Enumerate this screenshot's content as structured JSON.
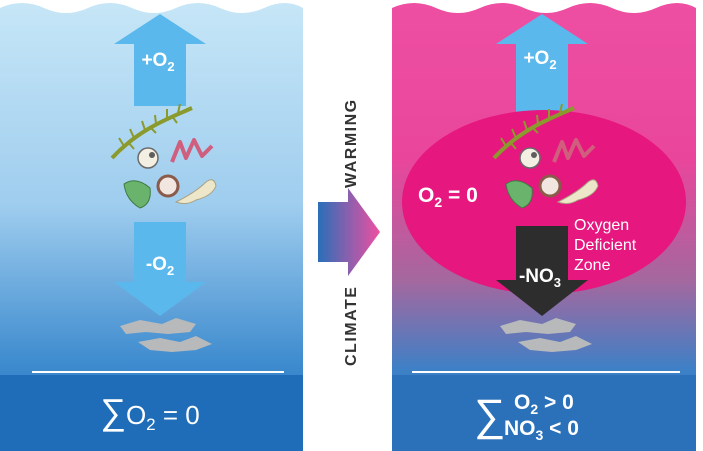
{
  "left_panel": {
    "arrow_up_label": "+O",
    "arrow_up_sub": "2",
    "arrow_down_label": "-O",
    "arrow_down_sub": "2",
    "balance_prefix": "O",
    "balance_sub": "2",
    "balance_suffix": " = 0"
  },
  "transition": {
    "word_top": "WARMING",
    "word_bottom": "CLIMATE"
  },
  "right_panel": {
    "arrow_up_label": "+O",
    "arrow_up_sub": "2",
    "oxygen_zero_prefix": "O",
    "oxygen_zero_sub": "2",
    "oxygen_zero_suffix": " = 0",
    "zone_label_line1": "Oxygen",
    "zone_label_line2": "Deficient",
    "zone_label_line3": "Zone",
    "nitrate_arrow_label": "-NO",
    "nitrate_arrow_sub": "3",
    "balance_o2_prefix": "O",
    "balance_o2_sub": "2",
    "balance_o2_suffix": " > 0",
    "balance_no3_prefix": "NO",
    "balance_no3_sub": "3",
    "balance_no3_suffix": " < 0"
  },
  "colors": {
    "ocean_top": "#c3e3f6",
    "ocean_bottom": "#1f6db8",
    "warm_top": "#ec3e9a",
    "zone_fill": "#e6177f",
    "arrow_blue": "#5ab8ec",
    "arrow_dark": "#2d2d2d",
    "sediment": "#b8b9bb"
  }
}
